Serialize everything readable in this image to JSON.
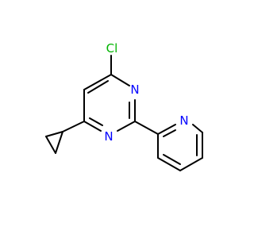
{
  "molecule": {
    "atoms": [
      {
        "id": "cl",
        "label": "Cl",
        "color": "#00b400"
      },
      {
        "id": "n1",
        "label": "N",
        "color": "#0000ff"
      },
      {
        "id": "n3",
        "label": "N",
        "color": "#0000ff"
      },
      {
        "id": "npy",
        "label": "N",
        "color": "#0000ff"
      }
    ]
  }
}
